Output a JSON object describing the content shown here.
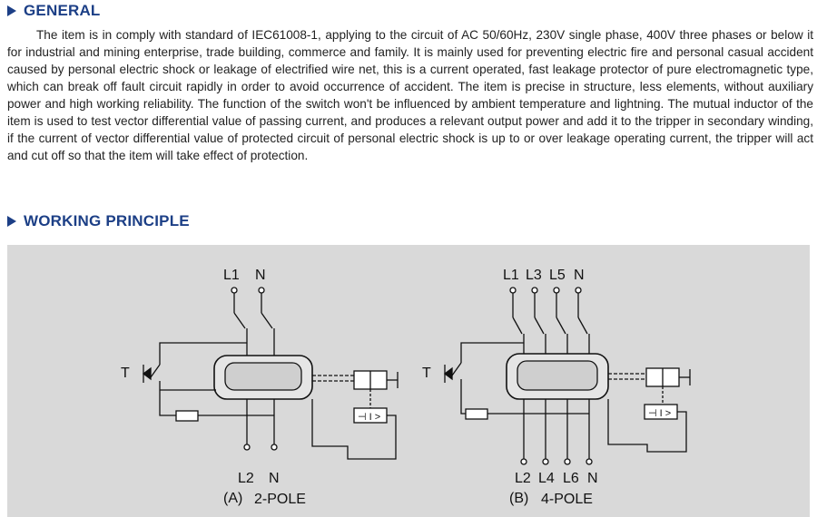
{
  "general": {
    "heading": "GENERAL",
    "body": "The item is in comply with standard of IEC61008-1, applying to the circuit of AC 50/60Hz, 230V single phase, 400V three phases or below it for industrial and mining enterprise, trade building, commerce and family. It is mainly used for preventing electric fire and personal casual accident caused by personal electric shock or leakage of electrified wire net, this is a current operated, fast leakage protector of pure electromagnetic type, which can break off fault circuit rapidly in order to avoid occurrence of accident. The item is precise in structure, less elements, without auxiliary power and high working reliability. The function of the switch won't be influenced by ambient temperature and lightning. The mutual inductor of the item is used to test vector differential value of passing current, and produces a relevant output power and add it to the tripper in secondary winding, if the current of vector differential value of protected circuit of personal electric shock is up to or over leakage operating current, the tripper will act and cut off so that the item will take effect of protection."
  },
  "working": {
    "heading": "WORKING PRINCIPLE"
  },
  "diagrams": [
    {
      "top_labels": [
        "L1",
        "N"
      ],
      "bottom_labels": [
        "L2",
        "N"
      ],
      "test_label": "T",
      "caption_letter": "(A)",
      "caption_text": "2-POLE"
    },
    {
      "top_labels": [
        "L1",
        "L3",
        "L5",
        "N"
      ],
      "bottom_labels": [
        "L2",
        "L4",
        "L6",
        "N"
      ],
      "test_label": "T",
      "caption_letter": "(B)",
      "caption_text": "4-POLE"
    }
  ],
  "relay_symbol": "⊣ I >",
  "colors": {
    "heading": "#1c3f86",
    "panel": "#d9d9d9"
  }
}
